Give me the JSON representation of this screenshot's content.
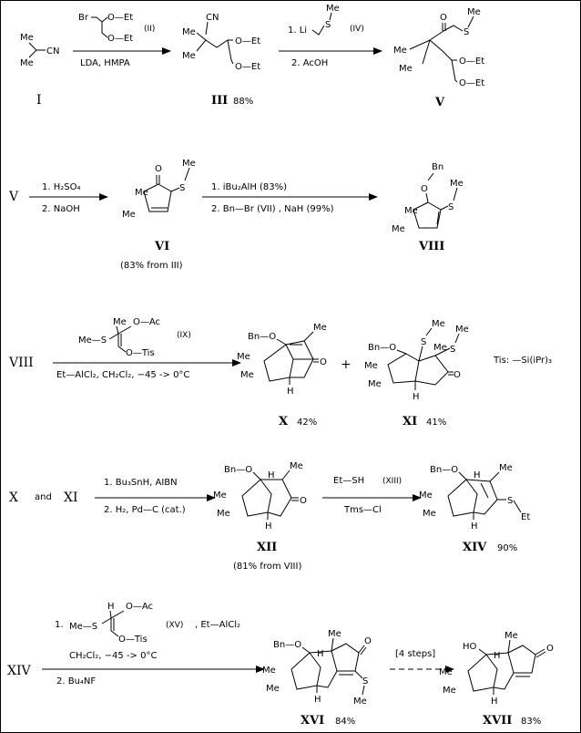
{
  "row1": {
    "start_label": "I",
    "reagent_II": {
      "br": "Br",
      "oet_a": "O—Et",
      "oet_b": "O—Et",
      "tag": "(II)"
    },
    "cond_1": "LDA,    HMPA",
    "product_III": {
      "label": "III",
      "yield": "88%",
      "cn": "CN",
      "me1": "Me",
      "me2": "Me",
      "oet1": "O—Et",
      "oet2": "O—Et"
    },
    "reagent_IV": {
      "step1": "1. Li",
      "s": "S",
      "me": "Me",
      "tag": "(IV)",
      "step2": "2. AcOH"
    },
    "product_V": {
      "label": "V",
      "o": "O",
      "s": "S",
      "me_s": "Me",
      "me1": "Me",
      "me2": "Me",
      "oet1": "O—Et",
      "oet2": "O—Et"
    },
    "start_I": {
      "me1": "Me",
      "me2": "Me",
      "cn": "CN"
    }
  },
  "row2": {
    "start_label": "V",
    "cond_a1": "1. H₂SO₄",
    "cond_a2": "2. NaOH",
    "product_VI": {
      "label": "VI",
      "yield": "(83% from III)",
      "o": "O",
      "s": "S",
      "me_s": "Me",
      "me1": "Me",
      "me2": "Me"
    },
    "cond_b1": "1. iBu₂AlH  (83%)",
    "cond_b2": "2. Bn—Br   (VII) , NaH  (99%)",
    "product_VIII": {
      "label": "VIII",
      "bn": "Bn",
      "o": "O",
      "s": "S",
      "me_s": "Me",
      "me1": "Me",
      "me2": "Me"
    }
  },
  "row3": {
    "start_label": "VIII",
    "reagent_IX": {
      "me_top": "Me",
      "oac": "O—Ac",
      "mes": "Me—S",
      "otis": "O—Tis",
      "tag": "(IX)"
    },
    "cond": "Et—AlCl₂,  CH₂Cl₂,  −45  ->  0°C",
    "product_X": {
      "label": "X",
      "yield": "42%",
      "bno": "Bn—O",
      "me_top": "Me",
      "me1": "Me",
      "me2": "Me",
      "o": "O",
      "h": "H"
    },
    "plus": "+",
    "product_XI": {
      "label": "XI",
      "yield": "41%",
      "bno": "Bn—O",
      "s1": "S",
      "me_s1": "Me",
      "s2": "S",
      "me_s2": "Me",
      "me_top": "Me",
      "me1": "Me",
      "me2": "Me",
      "o": "O",
      "h": "H"
    },
    "tis_def": "Tis: —Si(iPr)₃"
  },
  "row4": {
    "start_X": "X",
    "and": "and",
    "start_XI": "XI",
    "cond_a1": "1. Bu₃SnH, AIBN",
    "cond_a2": "2. H₂,   Pd—C (cat.)",
    "product_XII": {
      "label": "XII",
      "yield": "(81% from VIII)",
      "bno": "Bn—O",
      "h1": "H",
      "me_top": "Me",
      "me1": "Me",
      "me2": "Me",
      "o": "O",
      "h2": "H"
    },
    "reagent_XIII": {
      "text": "Et—SH",
      "tag": "(XIII)",
      "cond": "Tms—Cl"
    },
    "product_XIV": {
      "label": "XIV",
      "yield": "90%",
      "bno": "Bn—O",
      "h1": "H",
      "me_top": "Me",
      "me1": "Me",
      "me2": "Me",
      "s": "S",
      "et": "Et",
      "h2": "H"
    }
  },
  "row5": {
    "start_label": "XIV",
    "reagent_XV": {
      "step1": "1.",
      "h": "H",
      "oac": "O—Ac",
      "mes": "Me—S",
      "otis": "O—Tis",
      "tag": "(XV)",
      "extra": ", Et—AlCl₂"
    },
    "cond_1": "CH₂Cl₂,   −45  ->  0°C",
    "cond_2": "2. Bu₄NF",
    "product_XVI": {
      "label": "XVI",
      "yield": "84%",
      "bno": "Bn—O",
      "me_top": "Me",
      "h1": "H",
      "o": "O",
      "me1": "Me",
      "me2": "Me",
      "h2": "H",
      "s": "S",
      "me_s": "Me"
    },
    "steps_label": "[4 steps]",
    "product_XVII": {
      "label": "XVII",
      "yield": "83%",
      "ho": "HO",
      "me_top": "Me",
      "h1": "H",
      "o": "O",
      "me1": "Me",
      "me2": "Me",
      "h2": "H"
    }
  }
}
